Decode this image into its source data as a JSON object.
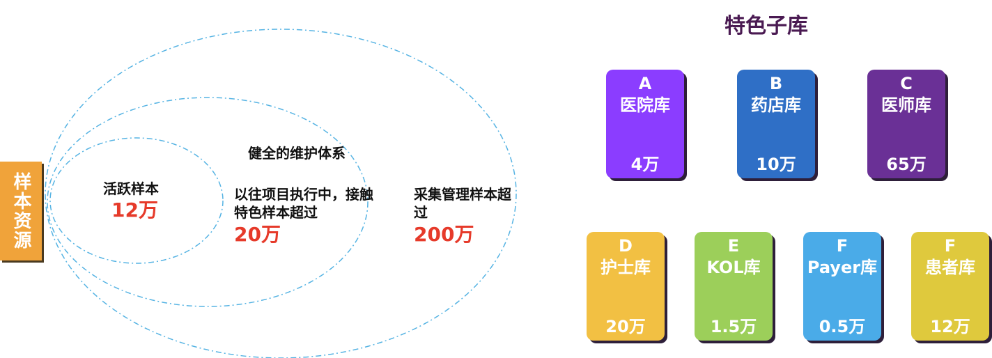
{
  "side_tab": {
    "label": "样本资源"
  },
  "rings": {
    "inner": {
      "label": "活跃样本",
      "value": "12万"
    },
    "middle": {
      "heading": "健全的维护体系",
      "label": "以往项目执行中，接触特色样本超过",
      "value": "20万"
    },
    "outer": {
      "label": "采集管理样本超过",
      "value": "200万"
    }
  },
  "section_title": "特色子库",
  "libraries": [
    {
      "letter": "A",
      "name": "医院库",
      "count": "4万",
      "color": "#8b3dff"
    },
    {
      "letter": "B",
      "name": "药店库",
      "count": "10万",
      "color": "#2f6fc6"
    },
    {
      "letter": "C",
      "name": "医师库",
      "count": "65万",
      "color": "#6a3096"
    },
    {
      "letter": "D",
      "name": "护士库",
      "count": "20万",
      "color": "#f2c043"
    },
    {
      "letter": "E",
      "name": "KOL库",
      "count": "1.5万",
      "color": "#9ccf5a"
    },
    {
      "letter": "F",
      "name": "Payer库",
      "count": "0.5万",
      "color": "#4aabe8"
    },
    {
      "letter": "F",
      "name": "患者库",
      "count": "12万",
      "color": "#dfc93d"
    }
  ]
}
